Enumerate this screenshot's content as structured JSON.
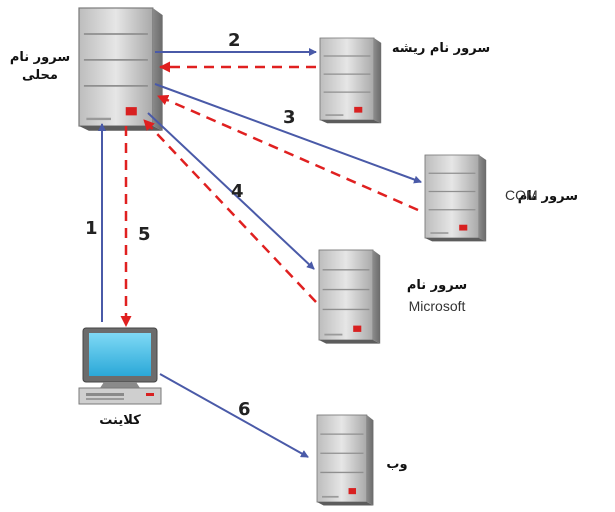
{
  "nodes": {
    "local_server": {
      "label_line1": "سرور نام",
      "label_line2": "محلی"
    },
    "root_server": {
      "label": "سرور نام ریشه"
    },
    "com_server": {
      "label_fa": "سرور نام",
      "label_latin": "COM"
    },
    "ms_server": {
      "label_fa": "سرور نام",
      "label_latin": "Microsoft"
    },
    "client": {
      "label": "کلاینت"
    },
    "web_server": {
      "label": "وب"
    }
  },
  "steps": {
    "s1": "1",
    "s2": "2",
    "s3": "3",
    "s4": "4",
    "s5": "5",
    "s6": "6"
  },
  "colors": {
    "request": "#4a5aa8",
    "response": "#e02020",
    "server_body": "#c8c8c8",
    "server_led": "#d82020",
    "monitor_screen": "#3fc0e8"
  }
}
